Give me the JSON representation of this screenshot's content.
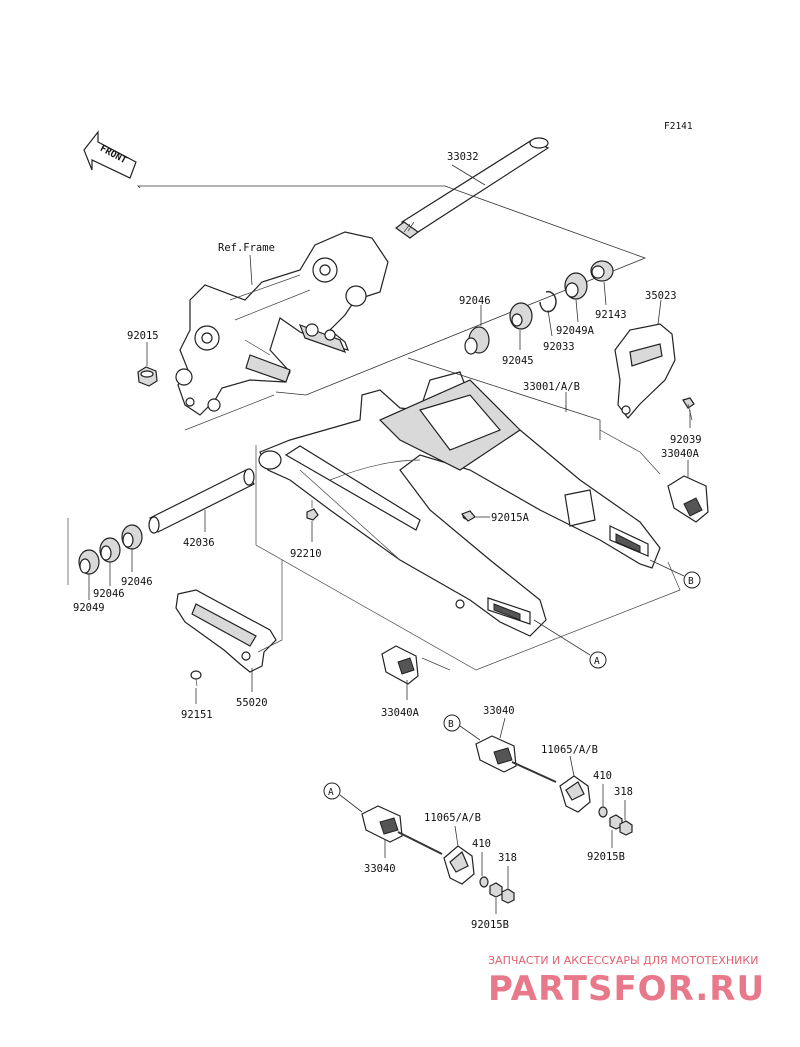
{
  "figure_id": "F2141",
  "front_label": "FRONT",
  "ref_frame_label": "Ref.Frame",
  "callouts": {
    "a": "A",
    "b": "B"
  },
  "parts": {
    "p33032": "33032",
    "p92015": "92015",
    "p92046_top": "92046",
    "p92045": "92045",
    "p92033": "92033",
    "p92049A": "92049A",
    "p92143": "92143",
    "p35023": "35023",
    "p33001": "33001/A/B",
    "p92039": "92039",
    "p33040A_right": "33040A",
    "p92015A": "92015A",
    "p42036": "42036",
    "p92210": "92210",
    "p92046_left1": "92046",
    "p92046_left2": "92046",
    "p92049": "92049",
    "p55020": "55020",
    "p92151": "92151",
    "p33040A_bottom": "33040A",
    "p33040_b": "33040",
    "p11065_b": "11065/A/B",
    "p410_b": "410",
    "p318_b": "318",
    "p92015B_b": "92015B",
    "p33040_a": "33040",
    "p11065_a": "11065/A/B",
    "p410_a": "410",
    "p318_a": "318",
    "p92015B_a": "92015B"
  },
  "watermark": {
    "line1": "ЗАПЧАСТИ И АКСЕССУАРЫ ДЛЯ МОТОТЕХНИКИ",
    "line2": "PARTSFOR.RU"
  }
}
